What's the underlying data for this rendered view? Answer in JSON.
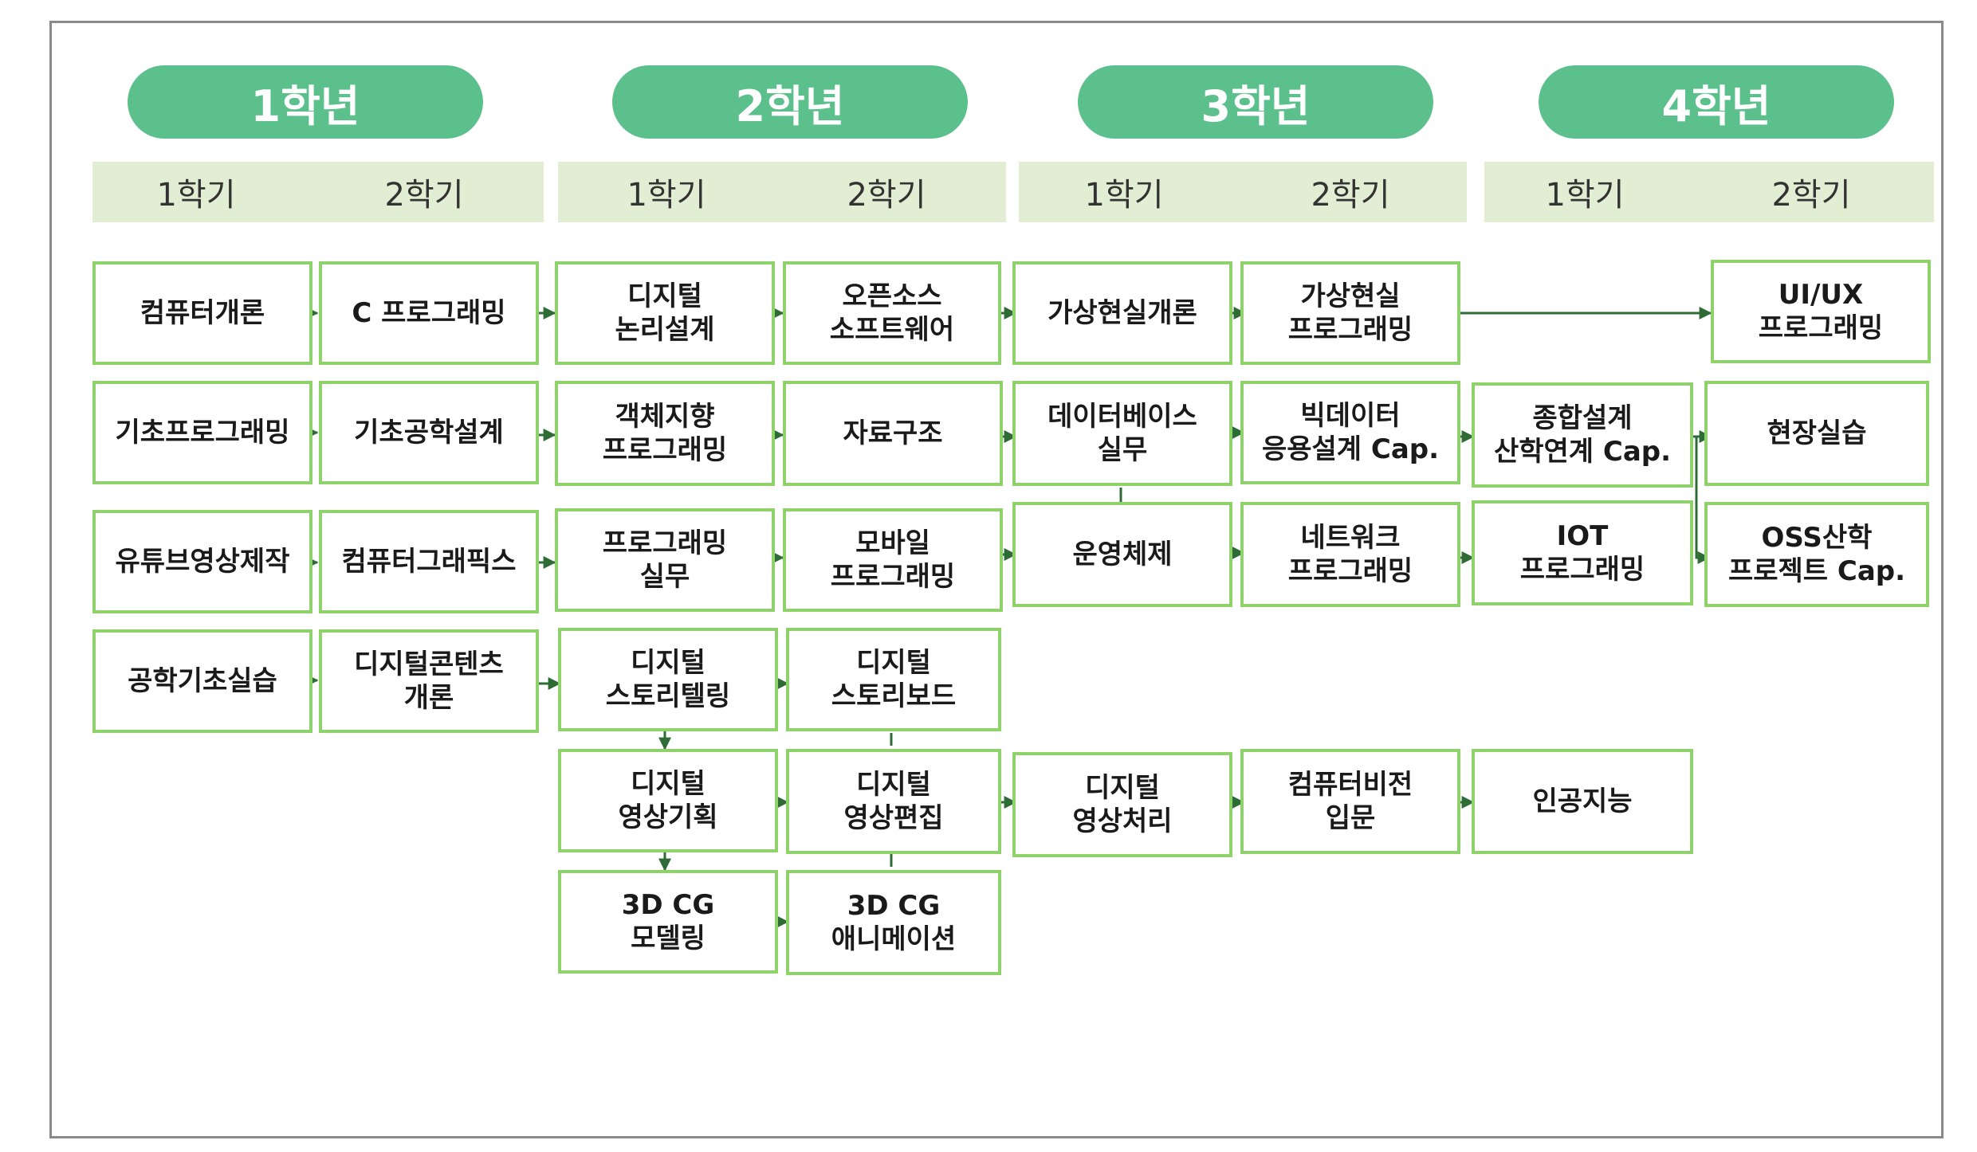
{
  "years": [
    "1학년",
    "2학년",
    "3학년",
    "4학년"
  ],
  "semesters": [
    "1학기",
    "2학기",
    "1학기",
    "2학기",
    "1학기",
    "2학기",
    "1학기",
    "2학기"
  ],
  "courses": {
    "intro_computer": "컴퓨터개론",
    "c_programming": "C 프로그래밍",
    "digital_logic": "디지털\n논리설계",
    "open_source": "오픈소스\n소프트웨어",
    "vr_intro": "가상현실개론",
    "vr_programming": "가상현실\n프로그래밍",
    "uiux": "UI/UX\n프로그래밍",
    "basic_programming": "기초프로그래밍",
    "basic_eng_design": "기초공학설계",
    "oop": "객체지향\n프로그래밍",
    "data_structure": "자료구조",
    "database": "데이터베이스\n실무",
    "bigdata": "빅데이터\n응용설계 Cap.",
    "capstone": "종합설계\n산학연계 Cap.",
    "field_practice": "현장실습",
    "youtube_video": "유튜브영상제작",
    "computer_graphics": "컴퓨터그래픽스",
    "programming_practice": "프로그래밍\n실무",
    "mobile_programming": "모바일\n프로그래밍",
    "os": "운영체제",
    "network_programming": "네트워크\n프로그래밍",
    "iot": "IOT\n프로그래밍",
    "oss_capstone": "OSS산학\n프로젝트 Cap.",
    "eng_practice": "공학기초실습",
    "digital_content": "디지털콘텐츠\n개론",
    "storytelling": "디지털\n스토리텔링",
    "storyboard": "디지털\n스토리보드",
    "video_planning": "디지털\n영상기획",
    "video_editing": "디지털\n영상편집",
    "image_processing": "디지털\n영상처리",
    "computer_vision": "컴퓨터비전\n입문",
    "ai": "인공지능",
    "cg_modeling": "3D CG\n모델링",
    "cg_animation": "3D CG\n애니메이션"
  },
  "colors": {
    "year_fill": "#5cc08d",
    "semester_band": "#e2eed3",
    "box_border": "#8fd16a",
    "arrow": "#2e6b35"
  }
}
